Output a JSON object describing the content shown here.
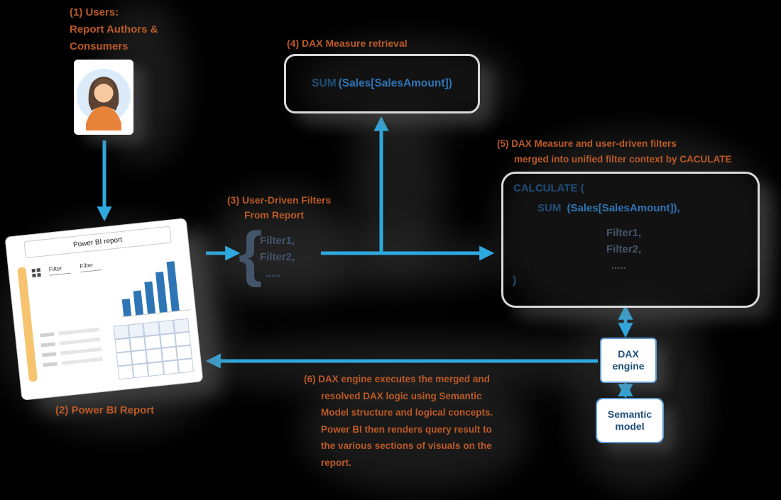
{
  "colors": {
    "background": "#000000",
    "arrow": "#2ea9e0",
    "step_label": "#bb5a26",
    "dax_keyword": "#1f4e79",
    "dax_arg": "#2e75b6",
    "filter_text": "#44546a",
    "box_border": "#d9d9d9",
    "engine_border": "#5b9bd5",
    "engine_text": "#1f4e79",
    "report_bar": "#2e75b6",
    "report_accent": "#f6c46e"
  },
  "steps": {
    "s1": {
      "lines": [
        "(1)  Users:",
        "Report Authors  &",
        "Consumers"
      ]
    },
    "s2": {
      "label": "(2)  Power BI Report"
    },
    "s3": {
      "lines": [
        "(3)  User-Driven Filters",
        "From Report"
      ]
    },
    "s4": {
      "label": "(4)  DAX Measure retrieval"
    },
    "s5": {
      "lines": [
        "(5)  DAX Measure and user-driven filters",
        "merged into unified filter context by CACULATE"
      ]
    },
    "s6": {
      "lines": [
        "(6)   DAX engine executes the merged and",
        "resolved DAX logic using Semantic",
        "Model structure and logical concepts.",
        "Power BI then renders query result to",
        "the various sections of visuals on the",
        "report."
      ]
    }
  },
  "report": {
    "title": "Power BI report",
    "filter_labels": [
      "Filter",
      "Filter"
    ],
    "bar_heights": [
      24,
      34,
      45,
      57,
      70
    ]
  },
  "filters_block": {
    "brace": "{",
    "items": [
      "Filter1,",
      "Filter2,",
      "....."
    ]
  },
  "sum_box": {
    "keyword": "SUM",
    "args": "(Sales[SalesAmount])"
  },
  "calculate_box": {
    "line1": "CALCULATE (",
    "sum_keyword": "SUM",
    "sum_args": "(Sales[SalesAmount]),",
    "filters": [
      "Filter1,",
      "Filter2,",
      "....."
    ],
    "close": ")"
  },
  "dax_engine": {
    "lines": [
      "DAX",
      "engine"
    ]
  },
  "semantic_model": {
    "lines": [
      "Semantic",
      "model"
    ]
  }
}
